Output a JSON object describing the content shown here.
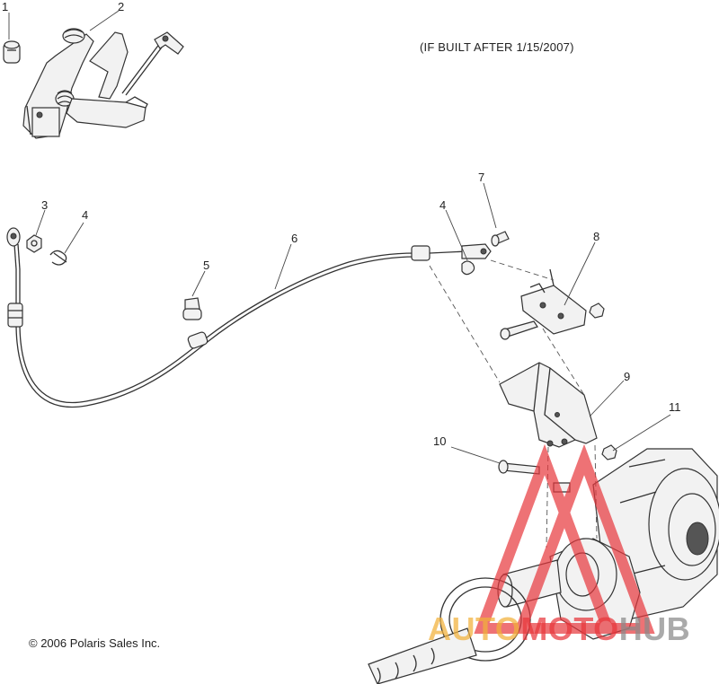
{
  "note": "(IF BUILT AFTER 1/15/2007)",
  "copyright": "© 2006 Polaris Sales Inc.",
  "watermark": {
    "part1": "AUTO",
    "part2": "MOTO",
    "part3": "HUB",
    "colors": {
      "part1": "#f2b13a",
      "part2": "#e8373c",
      "part3": "#8a8a8a"
    }
  },
  "callouts": {
    "c1": "1",
    "c2": "2",
    "c3": "3",
    "c4a": "4",
    "c4b": "4",
    "c5": "5",
    "c6": "6",
    "c7": "7",
    "c8": "8",
    "c9": "9",
    "c10": "10",
    "c11": "11"
  }
}
